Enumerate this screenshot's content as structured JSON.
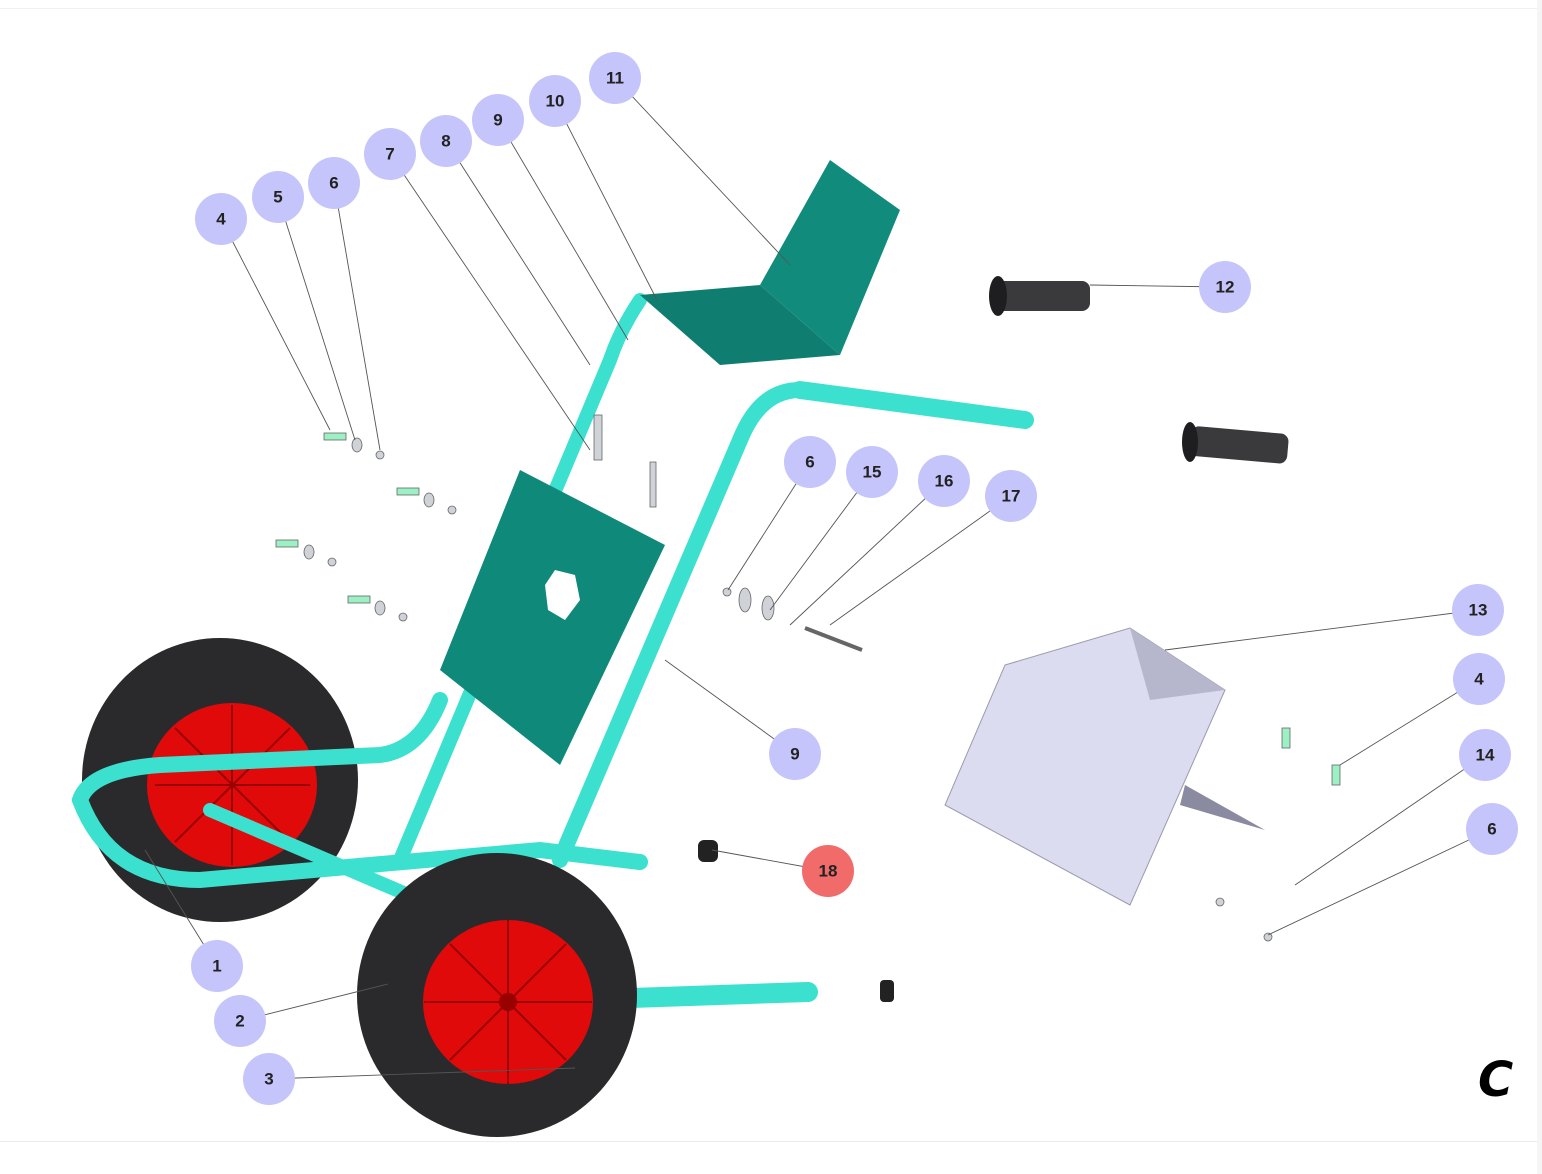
{
  "diagram": {
    "title": "Cart exploded parts view",
    "sheet_letter": "C",
    "colors": {
      "callout": "#c5c5fb",
      "callout_highlight": "#f26b6b",
      "frame": "#3ce0cf",
      "plate": "#0f8a7a",
      "wheel_tire": "#2a2a2c",
      "wheel_hub": "#e00a0a",
      "bracket": "#dcdcf0"
    },
    "callouts": [
      {
        "label": "1"
      },
      {
        "label": "2"
      },
      {
        "label": "3"
      },
      {
        "label": "4"
      },
      {
        "label": "5"
      },
      {
        "label": "6"
      },
      {
        "label": "7"
      },
      {
        "label": "8"
      },
      {
        "label": "9"
      },
      {
        "label": "10"
      },
      {
        "label": "11"
      },
      {
        "label": "12"
      },
      {
        "label": "6"
      },
      {
        "label": "15"
      },
      {
        "label": "16"
      },
      {
        "label": "17"
      },
      {
        "label": "13"
      },
      {
        "label": "4"
      },
      {
        "label": "14"
      },
      {
        "label": "6"
      },
      {
        "label": "9"
      },
      {
        "label": "18",
        "highlighted": true
      }
    ]
  }
}
